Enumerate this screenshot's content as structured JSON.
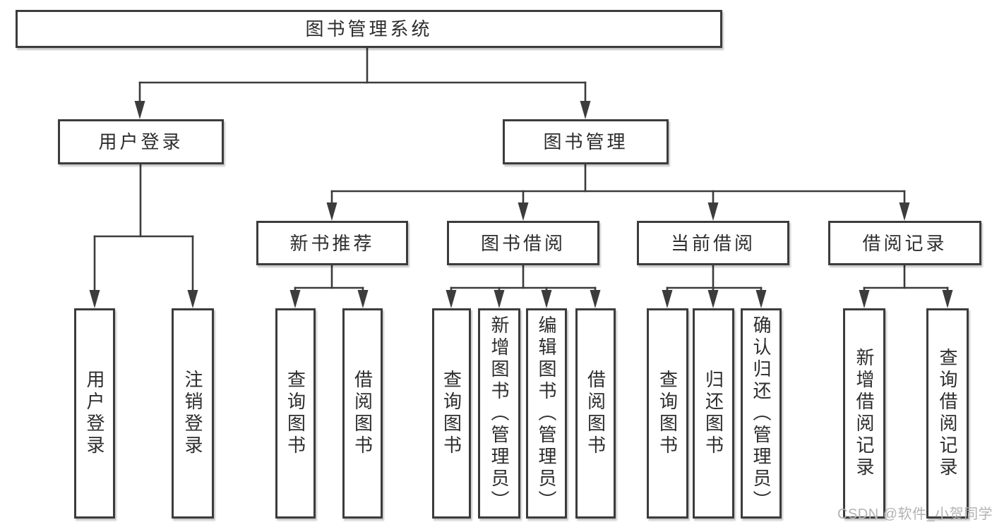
{
  "tree": {
    "root": {
      "label": "图书管理系统"
    },
    "branches": [
      {
        "label": "用户登录",
        "children": [
          {
            "label": "用户登录"
          },
          {
            "label": "注销登录"
          }
        ]
      },
      {
        "label": "图书管理",
        "children": [
          {
            "label": "新书推荐",
            "children": [
              {
                "label": "查询图书"
              },
              {
                "label": "借阅图书"
              }
            ]
          },
          {
            "label": "图书借阅",
            "children": [
              {
                "label": "查询图书"
              },
              {
                "label": "新增图书（管理员）"
              },
              {
                "label": "编辑图书（管理员）"
              },
              {
                "label": "借阅图书"
              }
            ]
          },
          {
            "label": "当前借阅",
            "children": [
              {
                "label": "查询图书"
              },
              {
                "label": "归还图书"
              },
              {
                "label": "确认归还（管理员）"
              }
            ]
          },
          {
            "label": "借阅记录",
            "children": [
              {
                "label": "新增借阅记录"
              },
              {
                "label": "查询借阅记录"
              }
            ]
          }
        ]
      }
    ]
  },
  "watermark": {
    "text": "CSDN @软件_小贺同学"
  },
  "colors": {
    "line": "#3c3c3c",
    "box_border": "#3c3c3c",
    "box_fill": "#ffffff",
    "text": "#2d2d2d",
    "watermark": "#b3b3b3",
    "background": "#ffffff"
  }
}
